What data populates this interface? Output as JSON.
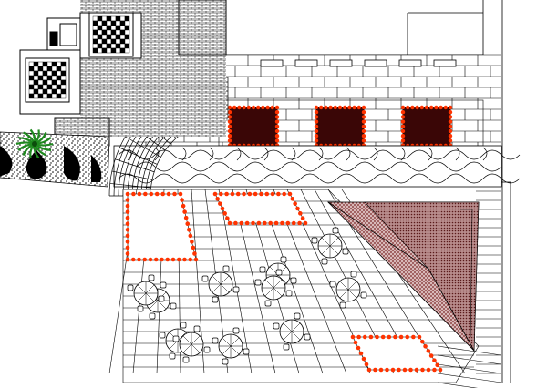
{
  "drawing": {
    "colors": {
      "line": "#000000",
      "paper": "#ffffff",
      "planter_fill": "#3a0606",
      "planter_dots": "#ff3300",
      "shrub_green": "#1f8a1f",
      "pyramid_texture": "#8a3030",
      "pyramid_base": "#c8a0a0"
    },
    "symbols": {
      "checker_planter": "checkerboard-planter",
      "square_planter": "dotted-square-planter",
      "trapezoid_planter": "dotted-trapezoid-planter",
      "umbrella_table": "umbrella-table-with-chairs",
      "shrub": "palm-shrub",
      "pyramid": "textured-pyramid-ramp"
    },
    "counts": {
      "square_planters": 3,
      "vent_slots": 6,
      "umbrella_tables": 11,
      "trapezoid_planters": 3
    }
  }
}
